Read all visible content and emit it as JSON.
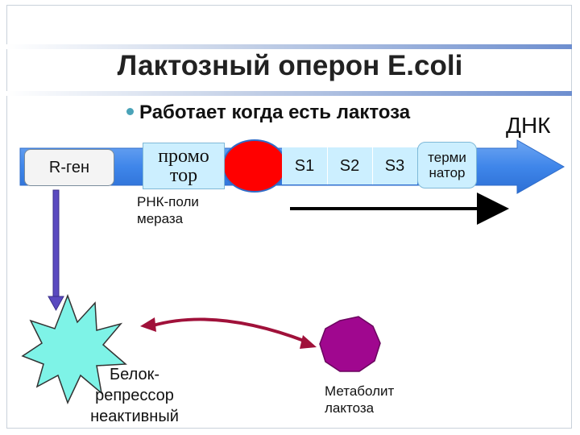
{
  "title": "Лактозный оперон E.coli",
  "bullet": "Работает когда есть лактоза",
  "dna_label": "ДНК",
  "r_gene": "R-ген",
  "promoter": "промо\nтор",
  "rna_polymerase": "РНК-поли\nмераза",
  "structural_genes": [
    "S1",
    "S2",
    "S3"
  ],
  "terminator": "терми\nнатор",
  "repressor": "Белок-\nрепрессор\nнеактивный",
  "metabolite": "Метаболит\nлактоза",
  "colors": {
    "dna_arrow": "#3f86ea",
    "gene_box": "#ccefff",
    "rna_polymerase": "#ff0000",
    "repressor": "#7ef3e7",
    "metabolite": "#a0078f",
    "down_arrow": "#5a4ac0",
    "interaction_arrow": "#a0113a"
  }
}
